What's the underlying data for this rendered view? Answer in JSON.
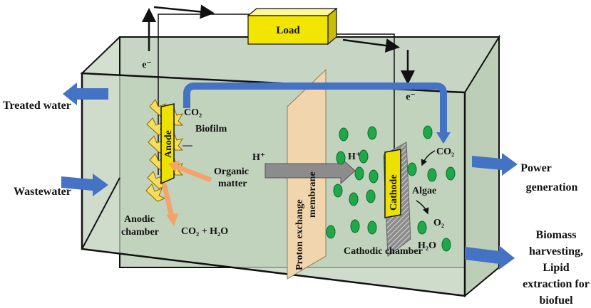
{
  "load": "Load",
  "electron_left": "e⁻",
  "electron_right": "e⁻",
  "treated_water": "Treated water",
  "wastewater": "Wastewater",
  "anode": "Anode",
  "co2_anode": "CO₂",
  "biofilm": "Biofilm",
  "organic_matter_1": "Organic",
  "organic_matter_2": "matter",
  "anodic_chamber_1": "Anodic",
  "anodic_chamber_2": "chamber",
  "co2_h2o": "CO₂ + H₂O",
  "h_plus_left": "H⁺",
  "membrane_1": "Proton exchange",
  "membrane_2": "membrane",
  "h_plus_right": "H⁺",
  "cathode": "Cathode",
  "co2_cathode": "CO₂",
  "algae": "Algae",
  "o2": "O₂",
  "h2o": "H₂O",
  "cathodic_chamber": "Cathodic chamber",
  "power_1": "Power",
  "power_2": "generation",
  "biomass_1": "Biomass",
  "biomass_2": "harvesting,",
  "biomass_3": "Lipid",
  "biomass_4": "extraction for",
  "biomass_5": "biofuel",
  "colors": {
    "tank": "#c7d6c4",
    "tank_front": "#b7c9b3",
    "load": "#f2e600",
    "membrane": "#f1d6ad",
    "arrow_blue": "#4472c4",
    "arrow_orange": "#f4a46a",
    "algae": "#1fa84a",
    "anode": "#ece100"
  }
}
